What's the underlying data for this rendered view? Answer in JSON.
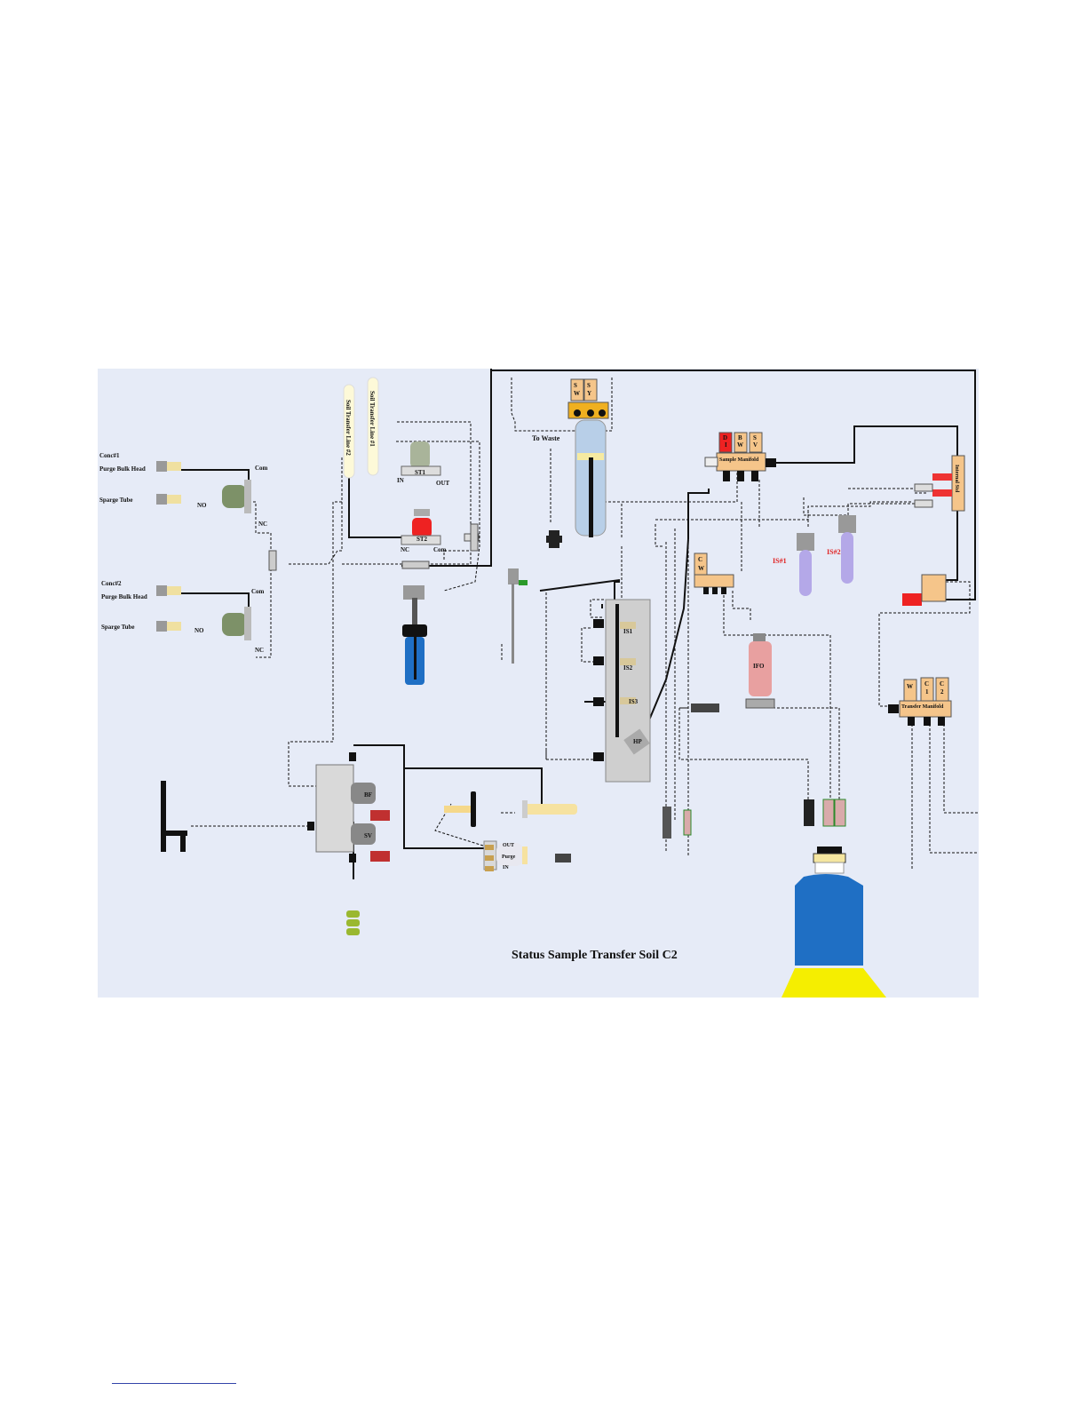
{
  "diagram": {
    "status_text": "Status  Sample Transfer Soil C2",
    "left_group_1": {
      "title": "Conc#1",
      "purge": "Purge Bulk Head",
      "sparge": "Sparge Tube",
      "com": "Com",
      "no": "NO",
      "nc": "NC"
    },
    "left_group_2": {
      "title": "Conc#2",
      "purge": "Purge Bulk Head",
      "sparge": "Sparge Tube",
      "com": "Com",
      "no": "NO",
      "nc": "NC"
    },
    "transfer_line_2": "Soil Transfer Line #2",
    "transfer_line_1": "Soil Transfer Line #1",
    "valve_st1": {
      "name": "ST1",
      "in": "IN",
      "out": "OUT"
    },
    "valve_st2": {
      "name": "ST2",
      "nc": "NC",
      "com": "Com"
    },
    "to_waste": "To Waste",
    "top_manifold_letters": [
      "S",
      "W",
      "S",
      "Y"
    ],
    "sample_manifold": {
      "label": "Sample Manifold",
      "letters": [
        "D",
        "I",
        "B",
        "W",
        "S",
        "V"
      ]
    },
    "internal_std": "Internal Std",
    "is_vials": [
      "IS#1",
      "IS#2"
    ],
    "cw_letters": [
      "C",
      "W"
    ],
    "ifo": "IFO",
    "column_ports": [
      "IS1",
      "IS2",
      "IS3",
      "HP"
    ],
    "transfer_manifold": {
      "label": "Transfer Manifold",
      "letters": [
        "W",
        "C",
        "1",
        "C",
        "2"
      ]
    },
    "valve_block": [
      "BF",
      "SV"
    ],
    "trap_ports": [
      "OUT",
      "Purge",
      "IN"
    ],
    "colors": {
      "panel_bg": "#e6ebf7",
      "manifold_orange": "#f5c58a",
      "bottle_blue": "#1f6fc4",
      "bottle_base": "#f5ee00",
      "valve_red": "#ee2222",
      "is_red": "#e02020"
    }
  }
}
